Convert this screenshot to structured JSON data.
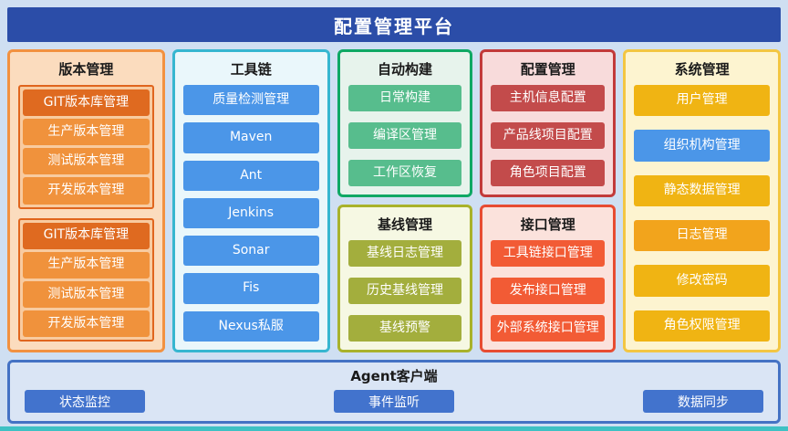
{
  "header": {
    "title": "配置管理平台"
  },
  "panels": {
    "version": {
      "title": "版本管理",
      "groups": [
        {
          "items": [
            "GIT版本库管理",
            "生产版本管理",
            "测试版本管理",
            "开发版本管理"
          ]
        },
        {
          "items": [
            "GIT版本库管理",
            "生产版本管理",
            "测试版本管理",
            "开发版本管理"
          ]
        }
      ]
    },
    "toolchain": {
      "title": "工具链",
      "items": [
        "质量检测管理",
        "Maven",
        "Ant",
        "Jenkins",
        "Sonar",
        "Fis",
        "Nexus私服"
      ]
    },
    "autobuild": {
      "title": "自动构建",
      "items": [
        "日常构建",
        "编译区管理",
        "工作区恢复"
      ]
    },
    "baseline": {
      "title": "基线管理",
      "items": [
        "基线日志管理",
        "历史基线管理",
        "基线预警"
      ]
    },
    "config": {
      "title": "配置管理",
      "items": [
        "主机信息配置",
        "产品线项目配置",
        "角色项目配置"
      ]
    },
    "interface": {
      "title": "接口管理",
      "items": [
        "工具链接口管理",
        "发布接口管理",
        "外部系统接口管理"
      ]
    },
    "system": {
      "title": "系统管理",
      "items": [
        "用户管理",
        "组织机构管理",
        "静态数据管理",
        "日志管理",
        "修改密码",
        "角色权限管理"
      ]
    }
  },
  "agent": {
    "title": "Agent客户端",
    "items": [
      "状态监控",
      "事件监听",
      "数据同步"
    ]
  },
  "colors": {
    "canvas": "#cfdff2",
    "headerBg": "#2b4da8",
    "bottomStrip": "#3ec1c4",
    "version": {
      "border": "#f29140",
      "bg": "#fbdcbe",
      "groupBorder": "#e0651d",
      "groupBg": "#f8cba0",
      "btnPrimary": "#df6a20",
      "btn": "#f0923c"
    },
    "toolchain": {
      "border": "#36b6d0",
      "bg": "#eaf7fb",
      "btn": "#4b96e8"
    },
    "autobuild": {
      "border": "#0fa864",
      "bg": "#e7f3ec",
      "btn": "#57bd8d"
    },
    "baseline": {
      "border": "#a9b22b",
      "bg": "#f6f8e3",
      "btn": "#a3ae3d"
    },
    "config": {
      "border": "#c23a3a",
      "bg": "#f8dbdb",
      "btn": "#c34b4b"
    },
    "interface": {
      "border": "#e74c32",
      "bg": "#fbe2dc",
      "btn": "#f25b35"
    },
    "system": {
      "border": "#f3c642",
      "bg": "#fdf4d0",
      "btnGold": "#f0b413",
      "btnBlue": "#4b96e8",
      "btnOrange": "#f2a41c"
    },
    "agent": {
      "border": "#4472c4",
      "bg": "#dae5f5",
      "btn": "#4273cd"
    }
  }
}
